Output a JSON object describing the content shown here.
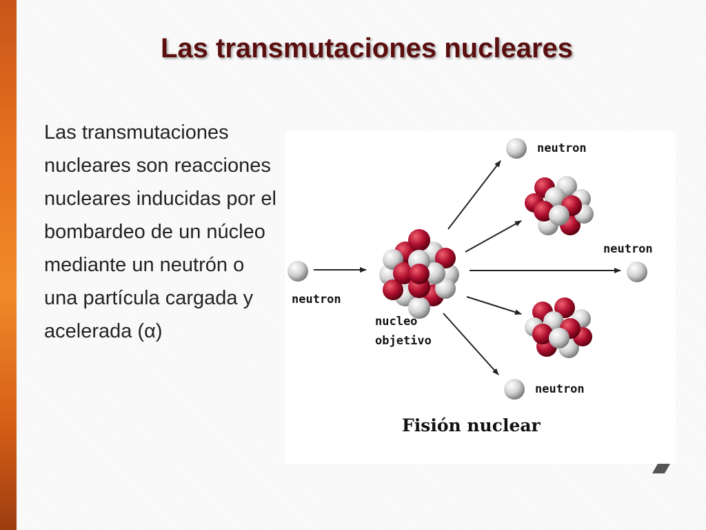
{
  "slide": {
    "title": "Las transmutaciones nucleares",
    "body_text": "Las transmutaciones nucleares son reacciones nucleares inducidas por el bombardeo de un núcleo mediante un neutrón o una partícula cargada y acelerada (α)"
  },
  "diagram": {
    "caption": "Fisión nuclear",
    "labels": {
      "incoming_neutron": "neutron",
      "target_nucleus_line1": "nucleo",
      "target_nucleus_line2": "objetivo",
      "neutron_top": "neutron",
      "neutron_middle": "neutron",
      "neutron_bottom": "neutron"
    },
    "colors": {
      "proton": "#b01030",
      "neutron": "#d4d4d4",
      "arrow": "#222222",
      "title": "#5b0e0e"
    }
  }
}
